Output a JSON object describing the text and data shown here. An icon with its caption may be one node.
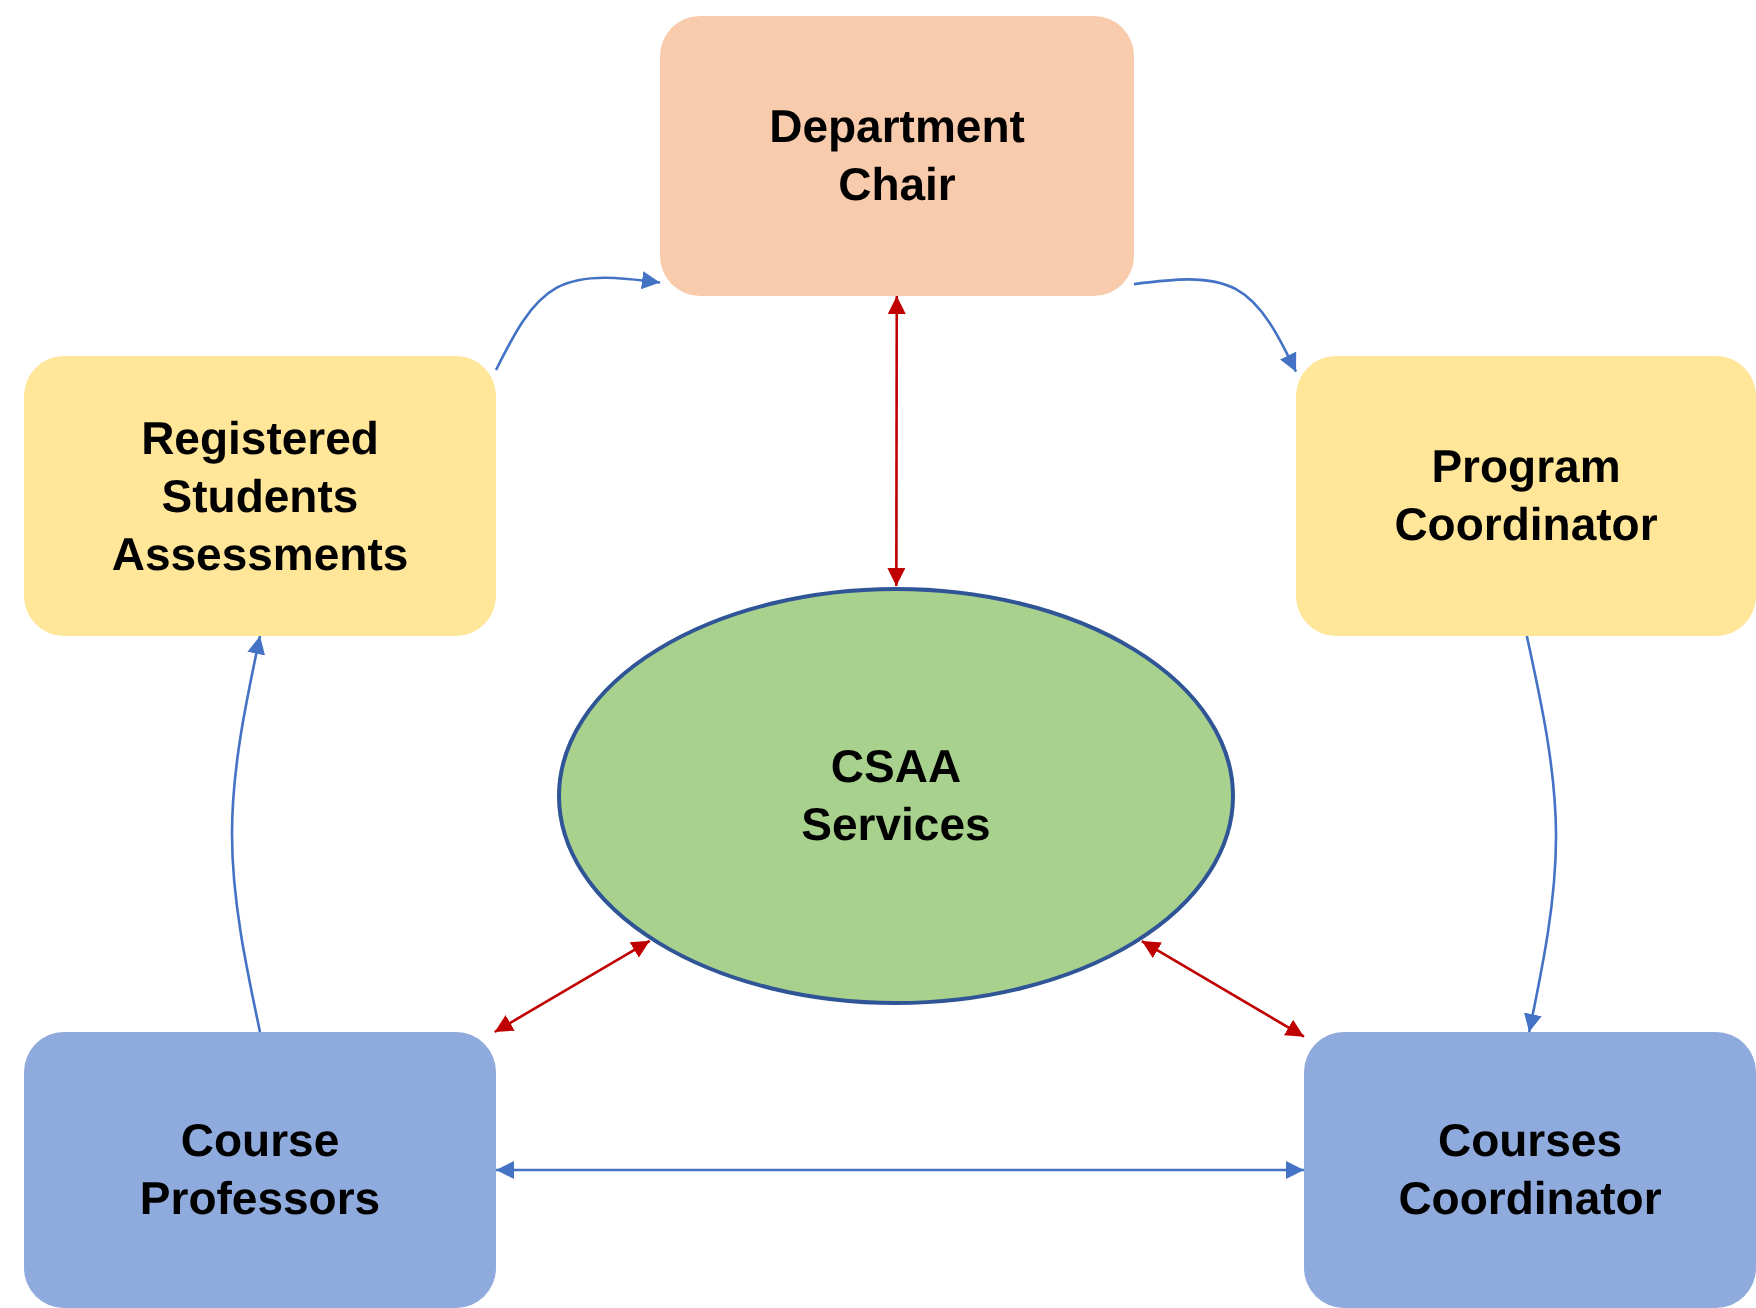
{
  "diagram": {
    "nodes": [
      {
        "text": [
          "Department Chair"
        ]
      },
      {
        "text": [
          "Registered Students Assessments"
        ]
      },
      {
        "text": [
          "Program Coordinator"
        ]
      },
      {
        "text": [
          "CSAA Services"
        ]
      },
      {
        "text": [
          "Course Professors"
        ]
      },
      {
        "text": [
          "Courses Coordinator"
        ]
      }
    ],
    "edges": [
      {
        "from": 1,
        "to": 0,
        "arrow": "to"
      },
      {
        "from": 0,
        "to": 2,
        "arrow": "to"
      },
      {
        "from": 2,
        "to": 5,
        "arrow": "to"
      },
      {
        "from": 4,
        "to": 1,
        "arrow": "to"
      },
      {
        "from": 0,
        "to": 3,
        "arrow": "both",
        "color": "#c00000"
      },
      {
        "from": 3,
        "to": 4,
        "arrow": "both",
        "color": "#c00000"
      },
      {
        "from": 3,
        "to": 5,
        "arrow": "both",
        "color": "#c00000"
      },
      {
        "from": 4,
        "to": 5,
        "arrow": "both"
      }
    ]
  }
}
